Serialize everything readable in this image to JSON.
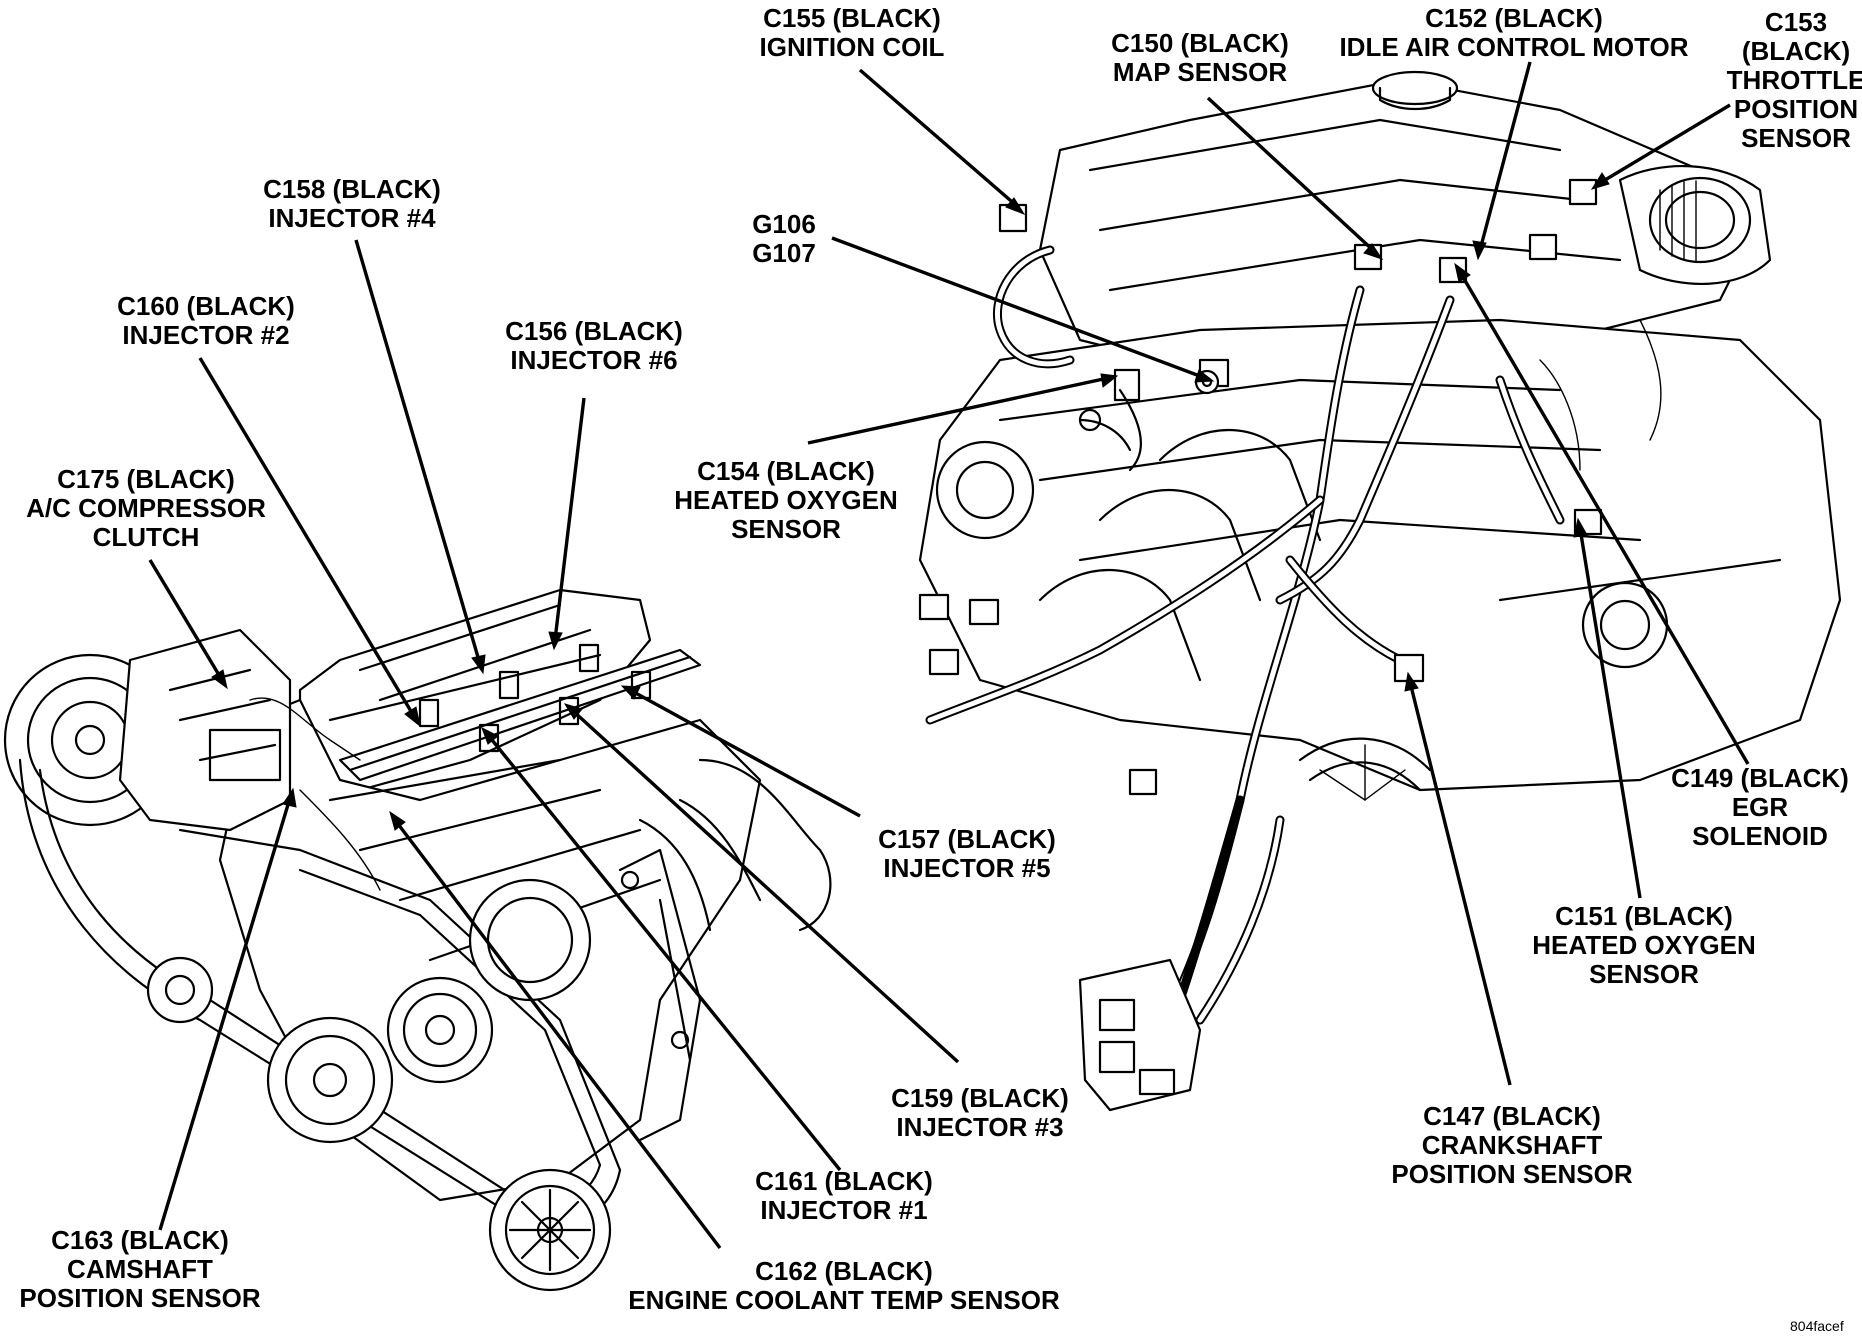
{
  "diagram": {
    "callouts": [
      {
        "id": "c155",
        "lines": [
          "C155 (BLACK)",
          "IGNITION COIL"
        ]
      },
      {
        "id": "c150",
        "lines": [
          "C150 (BLACK)",
          "MAP SENSOR"
        ]
      },
      {
        "id": "c152",
        "lines": [
          "C152 (BLACK)",
          "IDLE AIR CONTROL MOTOR"
        ]
      },
      {
        "id": "c153",
        "lines": [
          "C153",
          "(BLACK)",
          "THROTTLE",
          "POSITION",
          "SENSOR"
        ]
      },
      {
        "id": "c158",
        "lines": [
          "C158 (BLACK)",
          "INJECTOR #4"
        ]
      },
      {
        "id": "g106",
        "lines": [
          "G106",
          "G107"
        ]
      },
      {
        "id": "c160",
        "lines": [
          "C160 (BLACK)",
          "INJECTOR #2"
        ]
      },
      {
        "id": "c156",
        "lines": [
          "C156 (BLACK)",
          "INJECTOR #6"
        ]
      },
      {
        "id": "c154",
        "lines": [
          "C154 (BLACK)",
          "HEATED OXYGEN",
          "SENSOR"
        ]
      },
      {
        "id": "c175",
        "lines": [
          "C175 (BLACK)",
          "A/C COMPRESSOR",
          "CLUTCH"
        ]
      },
      {
        "id": "c149",
        "lines": [
          "C149 (BLACK)",
          "EGR",
          "SOLENOID"
        ]
      },
      {
        "id": "c157",
        "lines": [
          "C157 (BLACK)",
          "INJECTOR #5"
        ]
      },
      {
        "id": "c151",
        "lines": [
          "C151 (BLACK)",
          "HEATED OXYGEN",
          "SENSOR"
        ]
      },
      {
        "id": "c159",
        "lines": [
          "C159 (BLACK)",
          "INJECTOR #3"
        ]
      },
      {
        "id": "c147",
        "lines": [
          "C147 (BLACK)",
          "CRANKSHAFT",
          "POSITION SENSOR"
        ]
      },
      {
        "id": "c161",
        "lines": [
          "C161 (BLACK)",
          "INJECTOR #1"
        ]
      },
      {
        "id": "c163",
        "lines": [
          "C163 (BLACK)",
          "CAMSHAFT",
          "POSITION SENSOR"
        ]
      },
      {
        "id": "c162",
        "lines": [
          "C162 (BLACK)",
          "ENGINE COOLANT TEMP SENSOR"
        ]
      }
    ],
    "figure_code": "804facef"
  }
}
